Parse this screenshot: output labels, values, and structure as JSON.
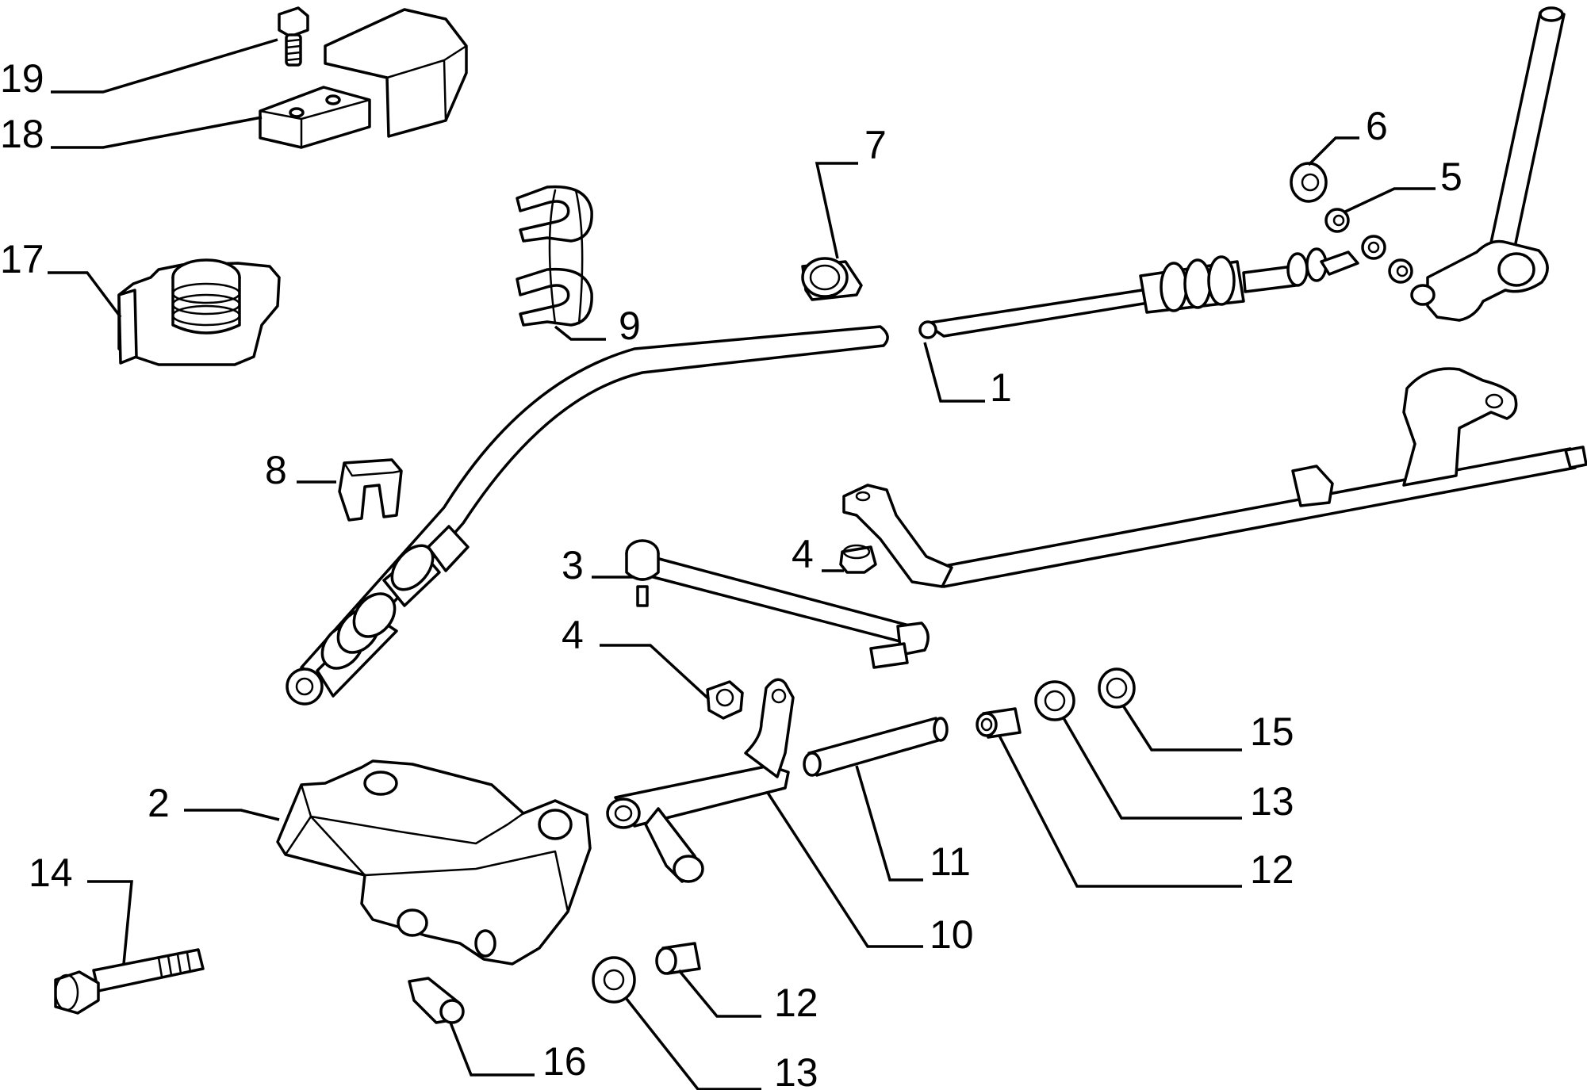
{
  "diagram": {
    "labels": {
      "l1": "1",
      "l2": "2",
      "l3": "3",
      "l4a": "4",
      "l4b": "4",
      "l5": "5",
      "l6": "6",
      "l7": "7",
      "l8": "8",
      "l9": "9",
      "l10": "10",
      "l11": "11",
      "l12a": "12",
      "l12b": "12",
      "l13a": "13",
      "l13b": "13",
      "l14": "14",
      "l15": "15",
      "l16": "16",
      "l17": "17",
      "l18": "18",
      "l19": "19"
    }
  }
}
